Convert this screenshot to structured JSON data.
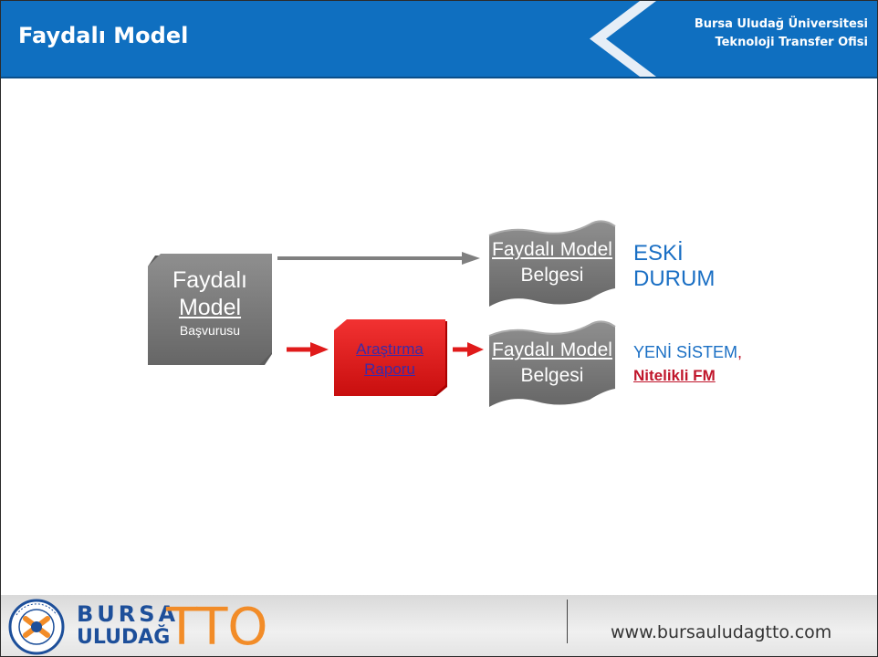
{
  "header": {
    "title": "Faydalı Model",
    "institution_line1": "Bursa Uludağ Üniversitesi",
    "institution_line2": "Teknoloji Transfer Ofisi"
  },
  "diagram": {
    "application": {
      "line1": "Faydalı",
      "line2": "Model",
      "line3": "Başvurusu"
    },
    "research_report": {
      "line1": "Araştırma",
      "line2": "Raporu"
    },
    "certificate_top": {
      "title": "Faydalı Model",
      "subtitle": "Belgesi"
    },
    "certificate_bottom": {
      "title": "Faydalı Model",
      "subtitle": "Belgesi"
    },
    "old_status": {
      "line1": "ESKİ",
      "line2": "DURUM"
    },
    "new_status": {
      "line1": "YENİ SİSTEM",
      "comma": ",",
      "line2": "Nitelikli FM"
    }
  },
  "footer": {
    "logo_bursa": "BURSA",
    "logo_uludag": "ULUDAĞ",
    "logo_tto": "TTO",
    "logo_seal_text": "ULUDAĞ ÜNİVERSİTESİ",
    "url": "www.bursauludagtto.com"
  },
  "colors": {
    "header_blue": "#0f6fc0",
    "shape_gray": "#7f7f7f",
    "report_red": "#e01b1b",
    "arrow_red": "#e01b1b",
    "arrow_gray": "#808080",
    "text_blue": "#1a6fc4",
    "text_red": "#c0162b",
    "logo_orange": "#f28c28",
    "logo_blue": "#1d4f9a"
  }
}
